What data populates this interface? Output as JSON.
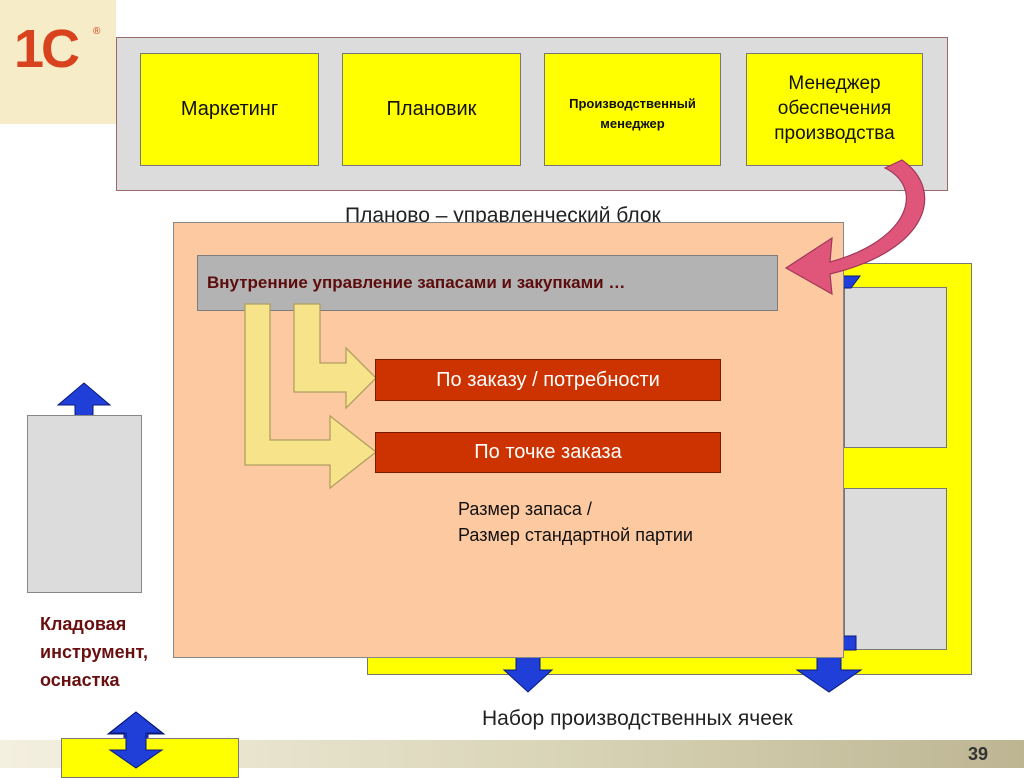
{
  "logo": {
    "text": "1С",
    "mark": "®"
  },
  "roles": [
    {
      "label": "Маркетинг"
    },
    {
      "label": "Плановик"
    },
    {
      "label": "Производственный менеджер"
    },
    {
      "label": "Менеджер обеспечения производства"
    }
  ],
  "plan_block_label": "Планово – управленческий блок",
  "inner_header": "Внутренние управление запасами и закупками …",
  "methods": [
    {
      "label": "По заказу / потребности"
    },
    {
      "label": "По точке заказа"
    }
  ],
  "size_lines": [
    "Размер запаса /",
    "Размер стандартной партии"
  ],
  "storage": {
    "line1": "Кладовая",
    "line2": "инструмент,",
    "line3": "оснастка"
  },
  "cells_label": "Набор производственных ячеек",
  "page_number": "39",
  "colors": {
    "yellow": "#ffff00",
    "peach": "#fdc9a0",
    "grey": "#dcdcdc",
    "red": "#cc3300",
    "blue": "#1f3fd8",
    "pink": "#ff69b4",
    "brand": "#d8421e"
  }
}
